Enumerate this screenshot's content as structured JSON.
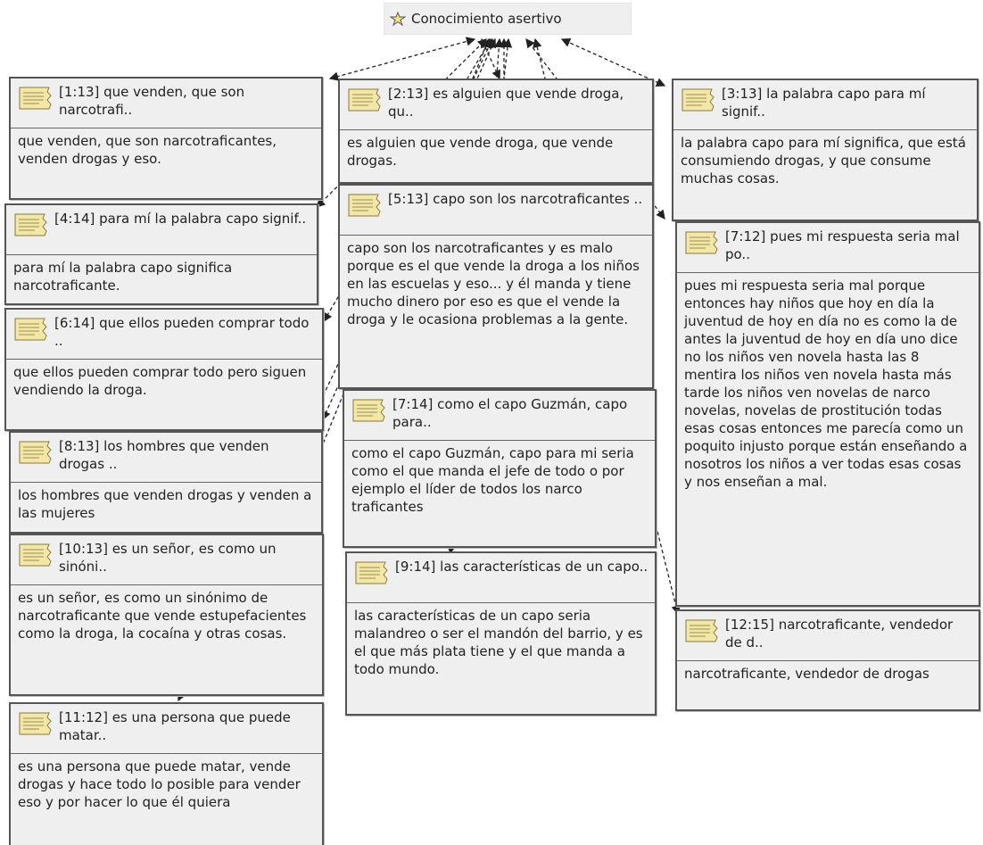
{
  "code": {
    "label": "Conocimiento asertivo",
    "icon": "code-star-icon"
  },
  "quotes": [
    {
      "head": "[1:13] que venden, que son narcotrafi..",
      "body": "que venden, que son narcotraficantes, venden drogas y eso."
    },
    {
      "head": "[2:13] es alguien que vende droga, qu..",
      "body": "es alguien que vende droga, que vende drogas."
    },
    {
      "head": "[3:13] la palabra capo para mí signif..",
      "body": " la palabra capo para mí significa, que está consumiendo drogas, y que consume muchas cosas."
    },
    {
      "head": "[4:14] para mí la palabra capo signif..",
      "body": "para mí la palabra capo significa narcotraficante."
    },
    {
      "head": "[5:13] capo son los narcotraficantes ..",
      "body": "capo son los narcotraficantes y es malo porque es el que vende la droga a los niños en las escuelas y eso...   y él manda y tiene mucho dinero por eso es que el vende la droga y le ocasiona problemas a la gente."
    },
    {
      "head": "[6:14] que ellos pueden comprar todo ..",
      "body": "que ellos pueden comprar todo pero siguen vendiendo la droga."
    },
    {
      "head": "[7:12] pues mi respuesta seria mal po..",
      "body": " pues mi respuesta seria mal porque entonces hay niños que hoy en día la juventud de hoy en día no es como la de antes la juventud de hoy en día uno dice no los niños ven novela hasta las 8 mentira los niños ven novela hasta más tarde los niños ven novelas de narco novelas, novelas de prostitución todas esas cosas entonces me parecía como un poquito injusto porque están enseñando a nosotros los niños a ver todas esas cosas y nos enseñan a mal."
    },
    {
      "head": "[7:14] como el capo Guzmán, capo para..",
      "body": "como el capo Guzmán, capo para mi seria como el que manda el jefe de todo o por ejemplo el líder de todos los narco traficantes"
    },
    {
      "head": "[8:13] los hombres que venden drogas ..",
      "body": " los hombres que venden drogas y venden a las mujeres"
    },
    {
      "head": "[9:14] las características de un capo..",
      "body": "las características de un capo seria malandreo o ser el mandón del barrio, y es el que más plata tiene y el que manda a todo mundo."
    },
    {
      "head": "[10:13] es un señor, es como un sinóni..",
      "body": "es un señor, es como un sinónimo de narcotraficante que vende estupefacientes como la droga, la cocaína  y otras cosas."
    },
    {
      "head": "[11:12] es una persona que puede matar..",
      "body": "es una persona que puede matar, vende drogas y hace todo lo posible para vender eso y por hacer lo que él quiera"
    },
    {
      "head": "[12:15] narcotraficante, vendedor de d..",
      "body": "narcotraficante, vendedor de drogas"
    }
  ]
}
